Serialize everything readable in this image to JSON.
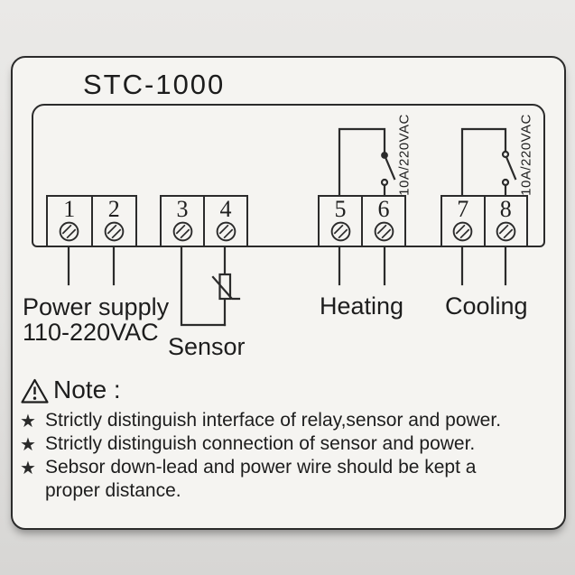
{
  "title": "STC-1000",
  "device": {
    "terminals": [
      "1",
      "2",
      "3",
      "4",
      "5",
      "6",
      "7",
      "8"
    ]
  },
  "relays": {
    "heating_rating": "10A/220VAC",
    "cooling_rating": "10A/220VAC"
  },
  "labels": {
    "power_supply_line1": "Power supply",
    "power_supply_line2": "110-220VAC",
    "sensor": "Sensor",
    "heating": "Heating",
    "cooling": "Cooling"
  },
  "note": {
    "heading": "Note :",
    "bullet_glyph": "★",
    "lines": [
      {
        "bullet": true,
        "text": "Strictly distinguish interface of relay,sensor and power."
      },
      {
        "bullet": true,
        "text": "Strictly distinguish connection of sensor and power."
      },
      {
        "bullet": true,
        "text": "Sebsor down-lead and power wire should be kept a"
      },
      {
        "bullet": false,
        "text": "proper distance."
      }
    ]
  },
  "colors": {
    "ink": "#2b2b2b",
    "card_bg": "#f5f4f1",
    "page_bg": "#e3e2e0"
  }
}
